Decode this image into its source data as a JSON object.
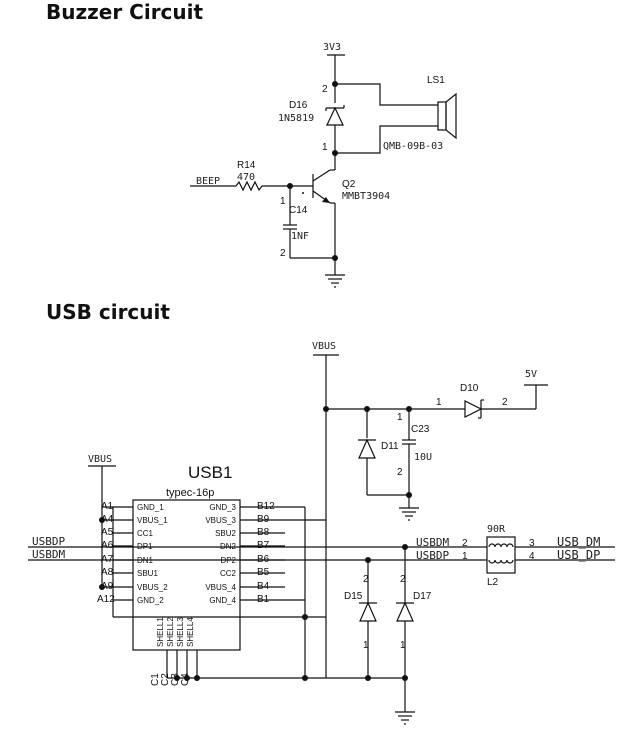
{
  "headings": {
    "buzzer": "Buzzer Circuit",
    "usb": "USB circuit"
  },
  "buzzer": {
    "supply": "3V3",
    "d16": {
      "ref": "D16",
      "value": "1N5819",
      "pin_top": "2",
      "pin_bottom": "1"
    },
    "ls1": {
      "ref": "LS1",
      "value": "QMB-09B-03"
    },
    "r14": {
      "ref": "R14",
      "value": "470"
    },
    "beep": "BEEP",
    "q2": {
      "ref": "Q2",
      "value": "MMBT3904"
    },
    "c14": {
      "ref": "C14",
      "value": "1NF",
      "pin_top": "1",
      "pin_bottom": "2"
    }
  },
  "usb": {
    "vbus_top": "VBUS",
    "vbus_left": "VBUS",
    "supply_5v": "5V",
    "d10": {
      "ref": "D10",
      "pin1": "1",
      "pin2": "2"
    },
    "c23": {
      "ref": "C23",
      "value": "10U",
      "pin1": "1",
      "pin2": "2"
    },
    "d11": {
      "ref": "D11"
    },
    "usb1": {
      "ref": "USB1",
      "type": "typec-16p",
      "left_pins": [
        "A1",
        "A4",
        "A5",
        "A6",
        "A7",
        "A8",
        "A9",
        "A12"
      ],
      "left_names": [
        "GND_1",
        "VBUS_1",
        "CC1",
        "DP1",
        "DN1",
        "SBU1",
        "VBUS_2",
        "GND_2"
      ],
      "right_pins": [
        "B12",
        "B9",
        "B8",
        "B7",
        "B6",
        "B5",
        "B4",
        "B1"
      ],
      "right_names": [
        "GND_3",
        "VBUS_3",
        "SBU2",
        "DN2",
        "DP2",
        "CC2",
        "VBUS_4",
        "GND_4"
      ],
      "shell_names": [
        "SHELL1",
        "SHELL2",
        "SHELL3",
        "SHELL4"
      ],
      "shell_pins": [
        "C1",
        "C2",
        "C3",
        "C4"
      ]
    },
    "nets": {
      "usbdp_left": "USBDP",
      "usbdm_left": "USBDM",
      "usbdm_mid": "USBDM",
      "usbdp_mid": "USBDP",
      "usb_dm": "USB_DM",
      "usb_dp": "USB_DP"
    },
    "l2": {
      "ref": "L2",
      "value": "90R",
      "pin1": "1",
      "pin2": "2",
      "pin3": "3",
      "pin4": "4"
    },
    "d15": {
      "ref": "D15",
      "pin_top": "2",
      "pin_bottom": "1"
    },
    "d17": {
      "ref": "D17",
      "pin_top": "2",
      "pin_bottom": "1"
    }
  }
}
